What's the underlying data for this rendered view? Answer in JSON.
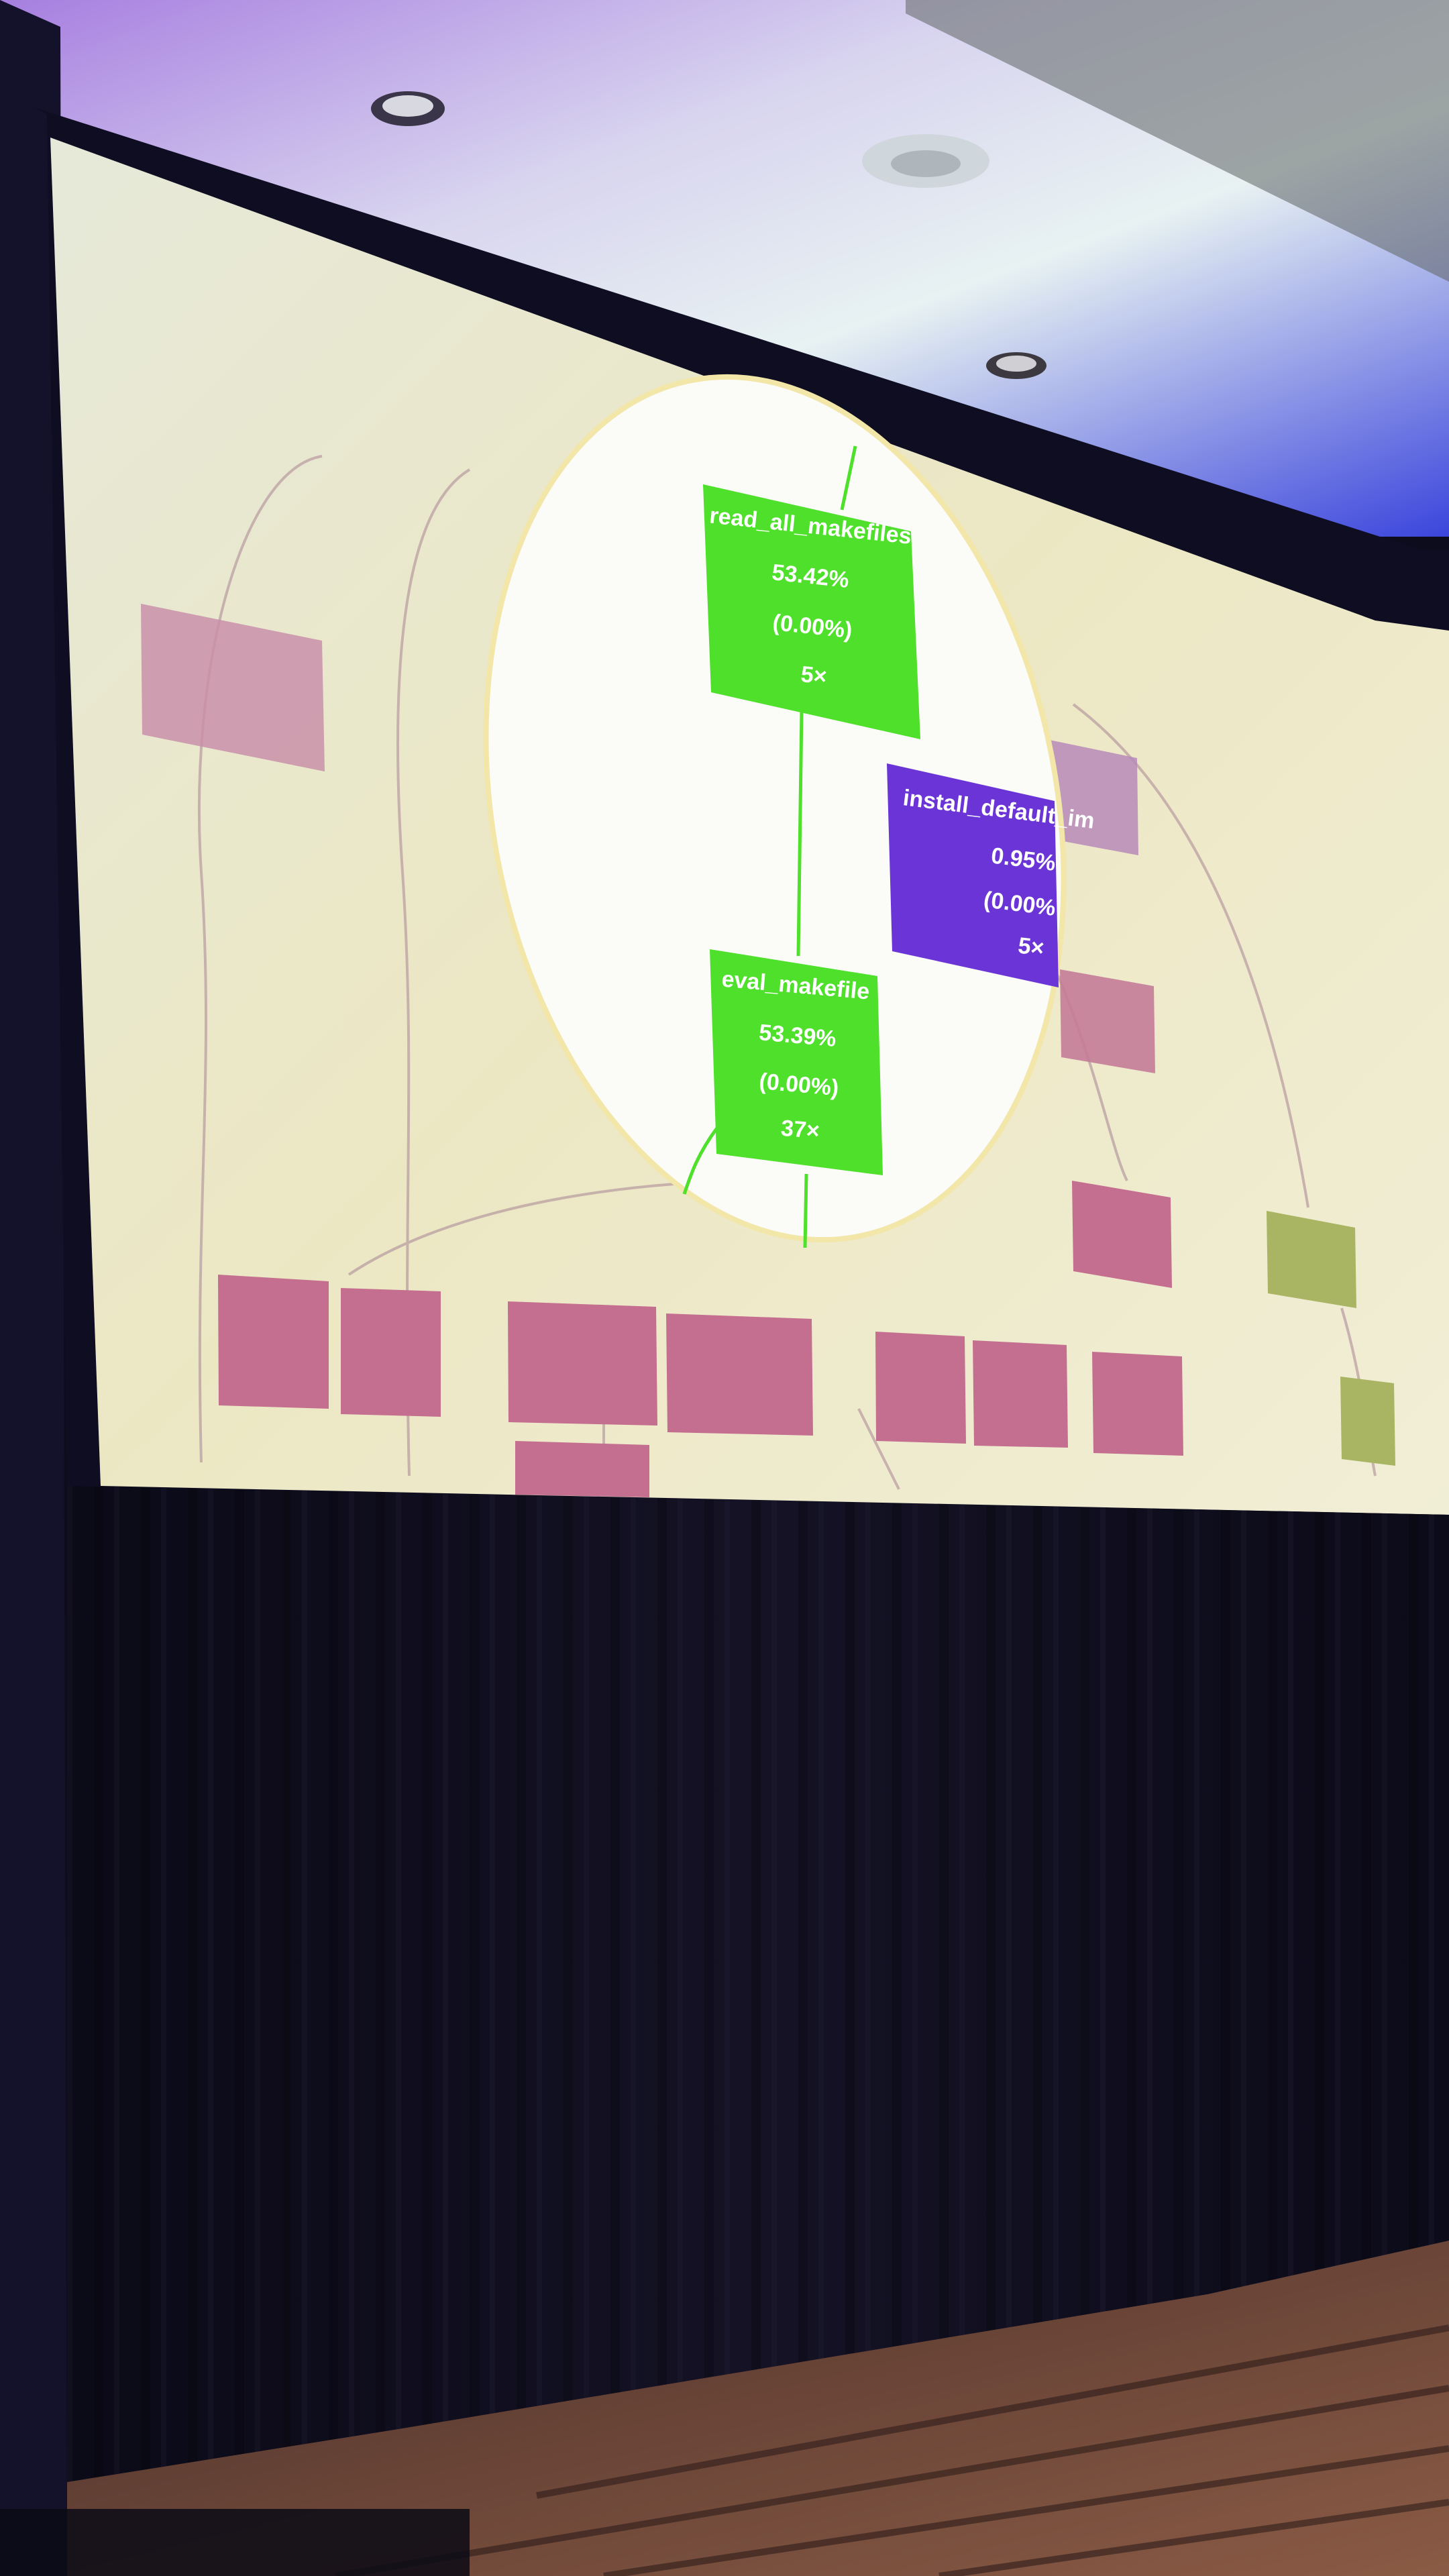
{
  "image": {
    "kind": "photo of a projected slide in a conference hall",
    "colors": {
      "ceiling_violet": "#b48fe6",
      "ceiling_light": "#e9eef5",
      "ceiling_blue": "#3a3fd8",
      "screen": "#ece8c8",
      "spotlight": "#fbfbf8",
      "node_green": "#4ee02a",
      "node_purple": "#6a34d6",
      "node_pink": "#c46f8f",
      "node_olive": "#a9b562",
      "curtain": "#0f0d1b",
      "carpet": "#6f4538"
    }
  },
  "slide": {
    "spotlight_nodes": [
      {
        "id": "read-all-makefiles",
        "lines": [
          "read_all_makefiles",
          "53.42%",
          "(0.00%)",
          "5×"
        ]
      },
      {
        "id": "install-default-implicit-rules",
        "lines": [
          "install_default_im",
          "0.95%",
          "(0.00%",
          "5×"
        ]
      },
      {
        "id": "eval-makefile",
        "lines": [
          "eval_makefile",
          "53.39%",
          "(0.00%)",
          "37×"
        ]
      }
    ]
  }
}
